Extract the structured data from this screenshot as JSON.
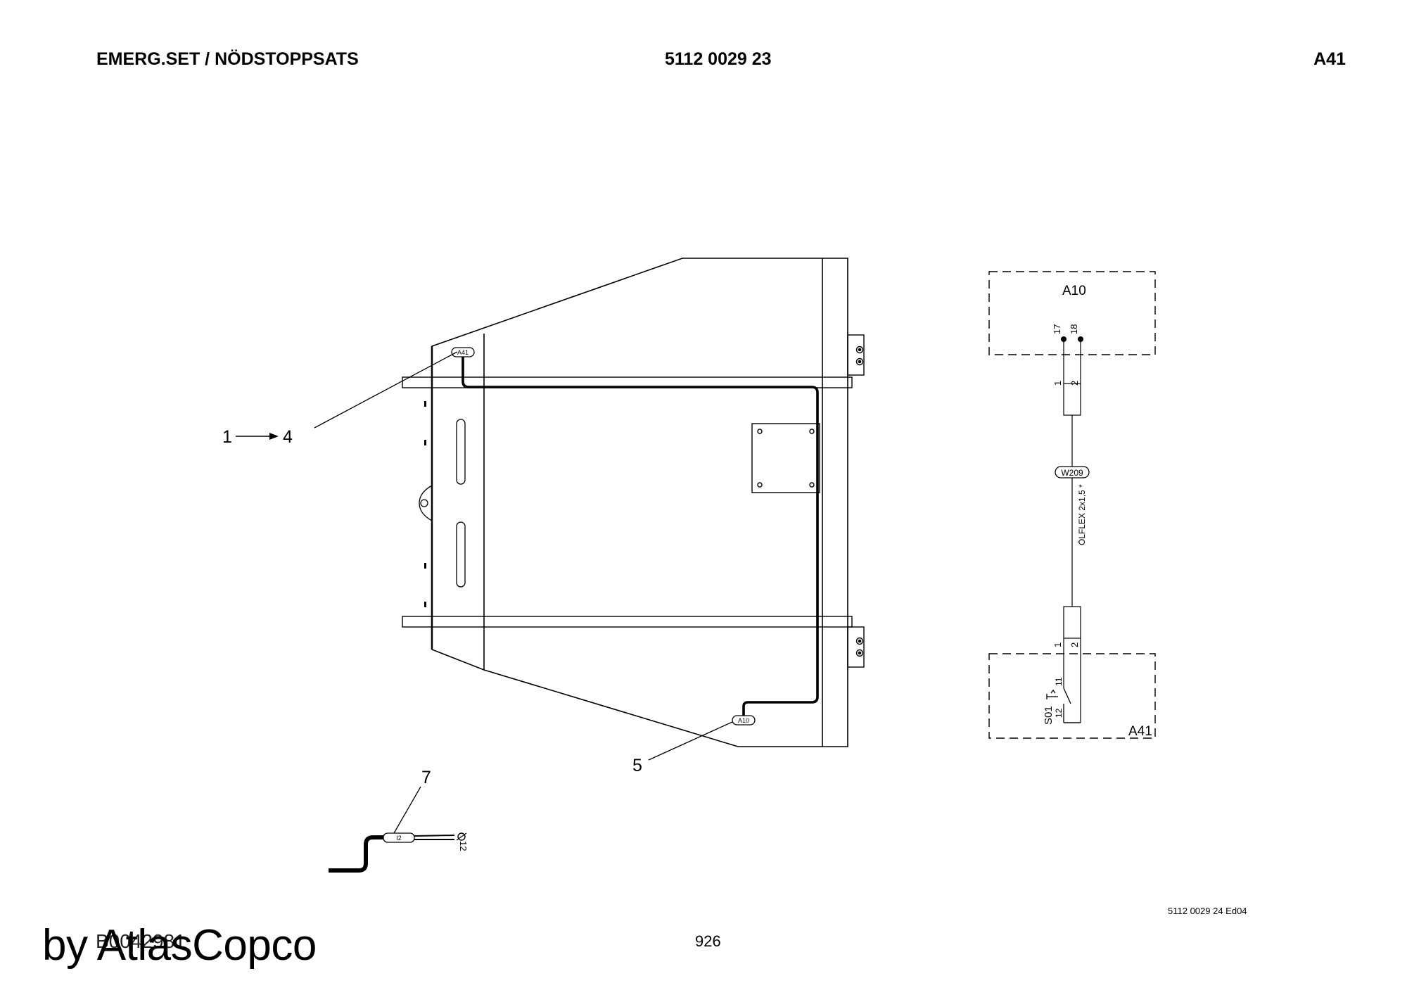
{
  "header": {
    "title": "EMERG.SET / NÖDSTOPPSATS",
    "part_number": "5112 0029 23",
    "sheet": "A41"
  },
  "callouts": {
    "range_start": "1",
    "range_end": "4",
    "item_5": "5",
    "item_7": "7"
  },
  "drawing_tags": {
    "a41": "A41",
    "a10": "A10",
    "i2": "I2",
    "i2_end": "12"
  },
  "schematic": {
    "box_top_label": "A10",
    "box_bottom_label": "A41",
    "terminal_left": "17",
    "terminal_right": "18",
    "wire_1": "1",
    "wire_2": "2",
    "cable_tag": "W209",
    "cable_spec": "ÖLFLEX 2x1,5 *",
    "switch_tag": "S01",
    "switch_contact_11": "11",
    "switch_contact_12": "12"
  },
  "footer": {
    "doc_ref": "5112 0029 24 Ed04",
    "page": "926",
    "image_ref": "B0042981",
    "brand": "by AtlasCopco"
  }
}
